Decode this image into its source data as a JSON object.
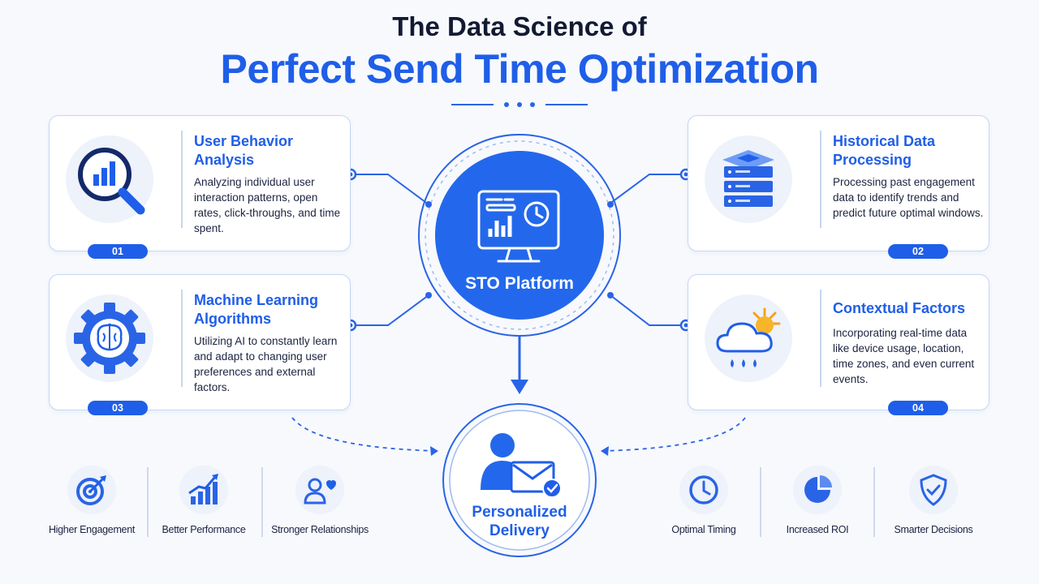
{
  "header": {
    "title_line1": "The Data Science of",
    "title_line2": "Perfect Send Time Optimization"
  },
  "hub": {
    "label": "STO Platform"
  },
  "delivery": {
    "line1": "Personalized",
    "line2": "Delivery"
  },
  "cards": [
    {
      "number": "01",
      "title": "User Behavior Analysis",
      "description": "Analyzing individual user interaction patterns, open rates, click-throughs, and time spent.",
      "icon": "magnifier-chart-icon"
    },
    {
      "number": "02",
      "title": "Historical Data Processing",
      "description": "Processing past engagement data to identify trends and predict future optimal windows.",
      "icon": "server-stack-icon"
    },
    {
      "number": "03",
      "title": "Machine Learning Algorithms",
      "description": "Utilizing AI to constantly learn and adapt to changing user preferences and external factors.",
      "icon": "gear-brain-icon"
    },
    {
      "number": "04",
      "title": "Contextual Factors",
      "description": "Incorporating real-time data like device usage, location, time zones, and even current events.",
      "icon": "weather-cloud-icon"
    }
  ],
  "benefits": [
    {
      "label": "Higher Engagement",
      "icon": "target-icon"
    },
    {
      "label": "Better Performance",
      "icon": "growth-chart-icon"
    },
    {
      "label": "Stronger Relationships",
      "icon": "person-heart-icon"
    },
    {
      "label": "Optimal Timing",
      "icon": "clock-icon"
    },
    {
      "label": "Increased ROI",
      "icon": "pie-chart-icon"
    },
    {
      "label": "Smarter Decisions",
      "icon": "shield-check-icon"
    }
  ],
  "colors": {
    "primary": "#1f5ee8",
    "title": "#121a33",
    "border": "#c7d6f3",
    "background": "#f7f9fd"
  }
}
